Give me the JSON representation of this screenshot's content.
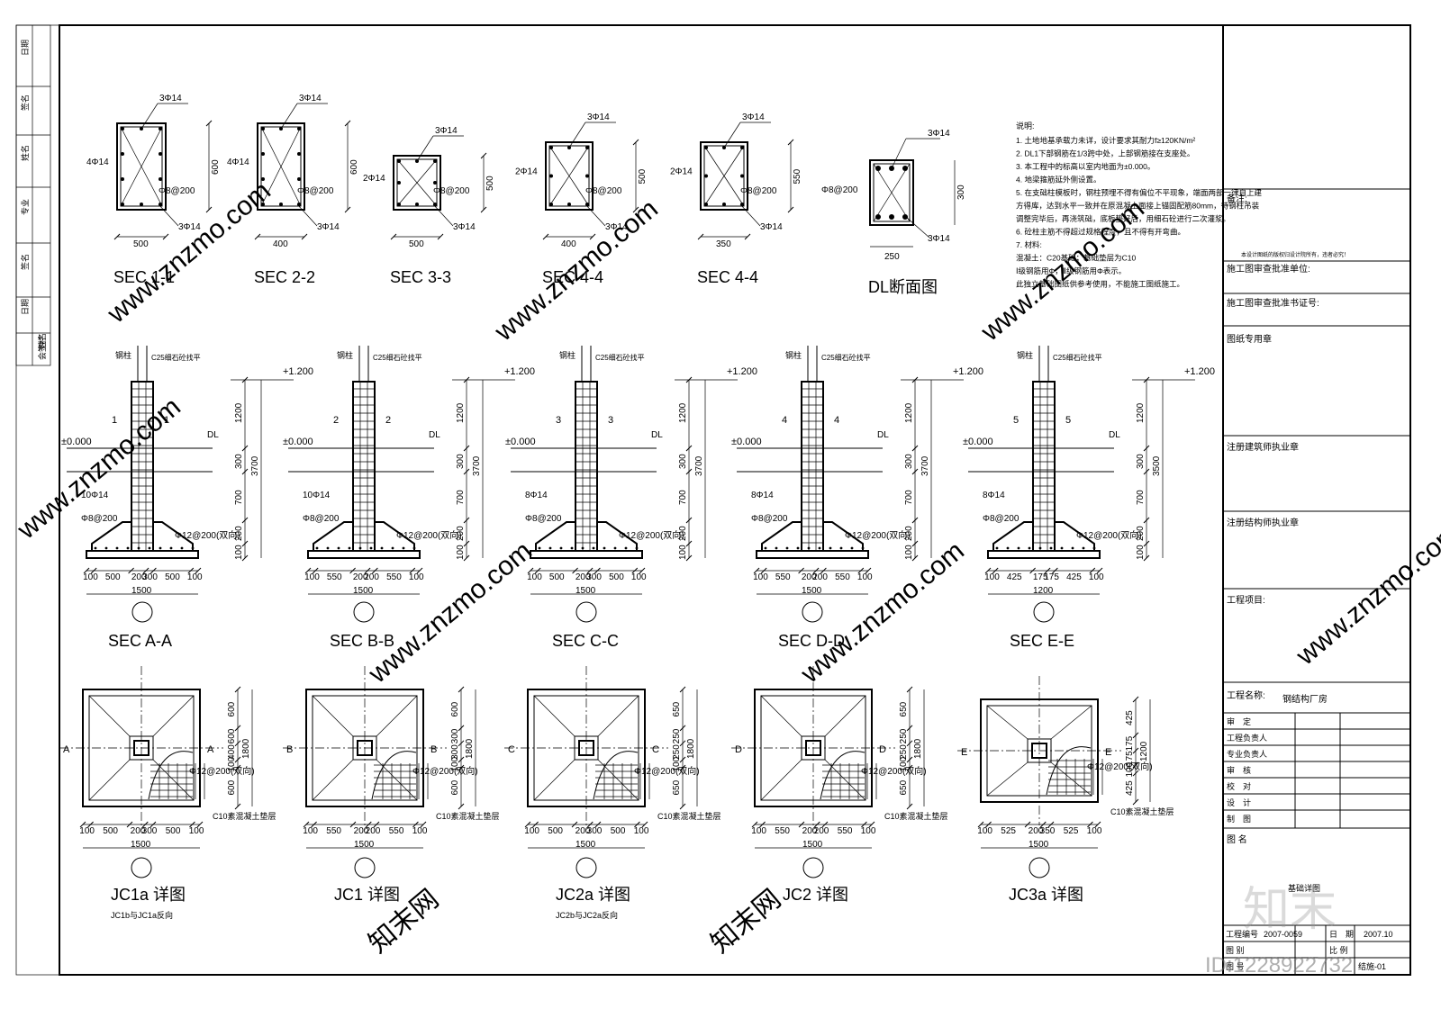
{
  "sections_top": [
    {
      "title": "SEC 1-1",
      "top": "3Φ14",
      "bot": "3Φ14",
      "side": "4Φ14",
      "stir": "Φ8@200",
      "w": "500",
      "h": "600"
    },
    {
      "title": "SEC 2-2",
      "top": "3Φ14",
      "bot": "3Φ14",
      "side": "4Φ14",
      "stir": "Φ8@200",
      "w": "400",
      "h": "600"
    },
    {
      "title": "SEC 3-3",
      "top": "3Φ14",
      "bot": "3Φ14",
      "side": "2Φ14",
      "stir": "Φ8@200",
      "w": "500",
      "h": "500"
    },
    {
      "title": "SEC 4-4",
      "top": "3Φ14",
      "bot": "3Φ14",
      "side": "2Φ14",
      "stir": "Φ8@200",
      "w": "400",
      "h": "500"
    },
    {
      "title": "SEC 4-4",
      "top": "3Φ14",
      "bot": "3Φ14",
      "side": "2Φ14",
      "stir": "Φ8@200",
      "w": "350",
      "h": "550"
    }
  ],
  "dl_section": {
    "title": "DL断面图",
    "top": "3Φ14",
    "bot": "3Φ14",
    "stir": "Φ8@200",
    "w": "250",
    "h": "300"
  },
  "notes": {
    "heading": "说明:",
    "lines": [
      "1. 土地地基承载力未详，设计要求其耐力f≥120KN/m²",
      "2. DL1下部钢筋在1/3跨中处，上部钢筋接在支座处。",
      "3. 本工程中的标高以室内地面为±0.000。",
      "4. 地梁箍筋延外侧设置。",
      "5. 在支础柱模板时，钢柱预埋不得有偏位不平现象，端面两部一律自上建",
      "   方得库，达到水平一致并在原混凝土面接上锚固配筋80mm，待钢柱吊装",
      "   调整完毕后，再浇筑础，底板垫好后，用细石砼进行二次灌浆。",
      "6. 砼柱主筋不得超过规格程度，且不得有开弯曲。",
      "7. 材料:",
      "   混凝土：C20基础；基础垫层为C10",
      "   Ⅰ级钢筋用Φ，Ⅱ级钢筋用Φ表示。",
      "此独立基础图纸供参考使用，不能施工图纸施工。"
    ]
  },
  "elevations": [
    {
      "title": "SEC A-A",
      "mark": "1",
      "bars": "10Φ14",
      "total": "3700",
      "dims": [
        "100",
        "500",
        "200",
        "300",
        "500",
        "100"
      ],
      "width": "1500"
    },
    {
      "title": "SEC B-B",
      "mark": "2",
      "bars": "10Φ14",
      "total": "3700",
      "dims": [
        "100",
        "550",
        "200",
        "200",
        "550",
        "100"
      ],
      "width": "1500"
    },
    {
      "title": "SEC C-C",
      "mark": "3",
      "bars": "8Φ14",
      "total": "3700",
      "dims": [
        "100",
        "500",
        "200",
        "300",
        "500",
        "100"
      ],
      "width": "1500"
    },
    {
      "title": "SEC D-D",
      "mark": "4",
      "bars": "8Φ14",
      "total": "3700",
      "dims": [
        "100",
        "550",
        "200",
        "200",
        "550",
        "100"
      ],
      "width": "1500"
    },
    {
      "title": "SEC E-E",
      "mark": "5",
      "bars": "8Φ14",
      "total": "3500",
      "dims": [
        "100",
        "425",
        "175",
        "175",
        "425",
        "100"
      ],
      "width": "1200"
    }
  ],
  "elev_common": {
    "col": "钢柱",
    "conc": "C25细石砼找平",
    "lvl_top": "+1.200",
    "lvl_zero": "±0.000",
    "dl": "DL",
    "stir": "Φ8@200",
    "bottom_bar": "Φ12@200(双向)",
    "v1": "1200",
    "v2": "300",
    "v3": "700",
    "v4": "200",
    "v5": "100"
  },
  "plans": [
    {
      "title": "JC1a 详图",
      "sub": "JC1b与JC1a反向",
      "cut": "A",
      "vd": [
        "600",
        "600",
        "400",
        "100",
        "600"
      ],
      "total_v": "1800",
      "dims": [
        "100",
        "500",
        "200",
        "300",
        "500",
        "100"
      ],
      "width": "1500"
    },
    {
      "title": "JC1 详图",
      "sub": "",
      "cut": "B",
      "vd": [
        "600",
        "300",
        "300",
        "100",
        "600"
      ],
      "total_v": "1800",
      "dims": [
        "100",
        "550",
        "200",
        "200",
        "550",
        "100"
      ],
      "width": "1500"
    },
    {
      "title": "JC2a 详图",
      "sub": "JC2b与JC2a反向",
      "cut": "C",
      "vd": [
        "650",
        "250",
        "250",
        "100",
        "650"
      ],
      "total_v": "1800",
      "dims": [
        "100",
        "500",
        "200",
        "300",
        "500",
        "100"
      ],
      "width": "1500"
    },
    {
      "title": "JC2 详图",
      "sub": "",
      "cut": "D",
      "vd": [
        "650",
        "250",
        "250",
        "100",
        "650"
      ],
      "total_v": "1800",
      "dims": [
        "100",
        "550",
        "200",
        "200",
        "550",
        "100"
      ],
      "width": "1500"
    },
    {
      "title": "JC3a 详图",
      "sub": "",
      "cut": "E",
      "vd": [
        "425",
        "175",
        "175",
        "100",
        "425"
      ],
      "total_v": "1200",
      "dims": [
        "100",
        "525",
        "200",
        "350",
        "525",
        "100"
      ],
      "width": "1500"
    }
  ],
  "plan_common": {
    "bar": "Φ12@200(双向)",
    "pad": "C10素混凝土垫层"
  },
  "left_strip": [
    "日期",
    "签名",
    "姓名",
    "专业",
    "签名",
    "日期",
    "姓名",
    "会签栏"
  ],
  "title_block": {
    "remark": "备注:",
    "remark_note": "本设计图纸的版权归设计院所有，违者必究！",
    "approval_unit": "施工图审查批准单位:",
    "approval_no": "施工图审查批准书证号:",
    "seal": "图纸专用章",
    "architect": "注册建筑师执业章",
    "engineer": "注册结构师执业章",
    "project": "工程项目:",
    "project_name_label": "工程名称:",
    "project_name": "钢结构厂房",
    "roles": [
      "审　定",
      "工程负责人",
      "专业负责人",
      "审　核",
      "校　对",
      "设　计",
      "制　图"
    ],
    "drawing_name_label": "图 名",
    "drawing_name": "基础详图",
    "job_no_label": "工程编号",
    "job_no": "2007-0059",
    "date_label": "日　期",
    "date": "2007.10",
    "drawing_no_label": "图 别",
    "scale_label": "比 例",
    "sheet_label": "图 号",
    "sheet_no": "结施-01"
  },
  "watermark": {
    "brand": "知末",
    "id": "ID:1228922732",
    "site": "www.znzmo.com",
    "site2": "知末网"
  }
}
